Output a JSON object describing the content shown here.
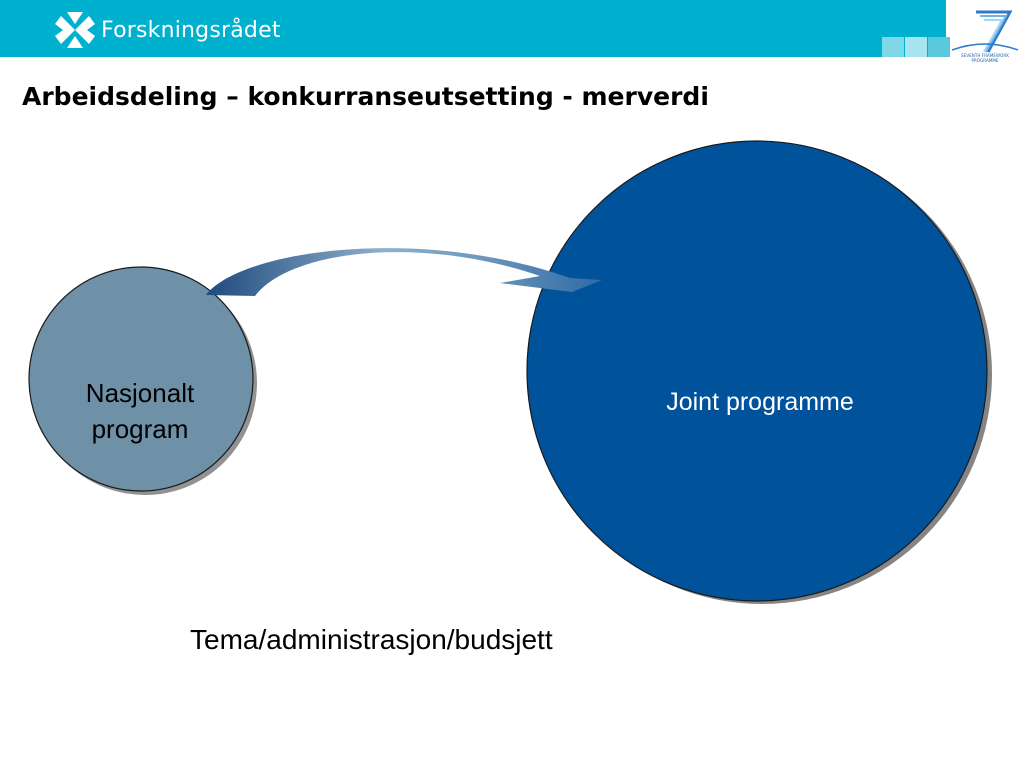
{
  "header": {
    "brand_name": "Forskningsrådet",
    "brand_logo_icon": "forskningsradet-logo-icon",
    "fp7_logo_icon": "seventh-framework-programme-logo-icon",
    "fp7_text_line1": "SEVENTH FRAMEWORK",
    "fp7_text_line2": "PROGRAMME",
    "bar_color": "#00b0cf",
    "deco_colors": [
      "#7fd8e8",
      "#a6e4ef",
      "#5cc8de"
    ]
  },
  "slide": {
    "title": "Arbeidsdeling – konkurranseutsetting - merverdi"
  },
  "diagram": {
    "national_label_line1": "Nasjonalt",
    "national_label_line2": "program",
    "national_color": "#6e91a8",
    "joint_label": "Joint programme",
    "joint_color": "#00529b",
    "arrow_icon": "curved-arrow-icon",
    "caption": "Tema/administrasjon/budsjett"
  }
}
